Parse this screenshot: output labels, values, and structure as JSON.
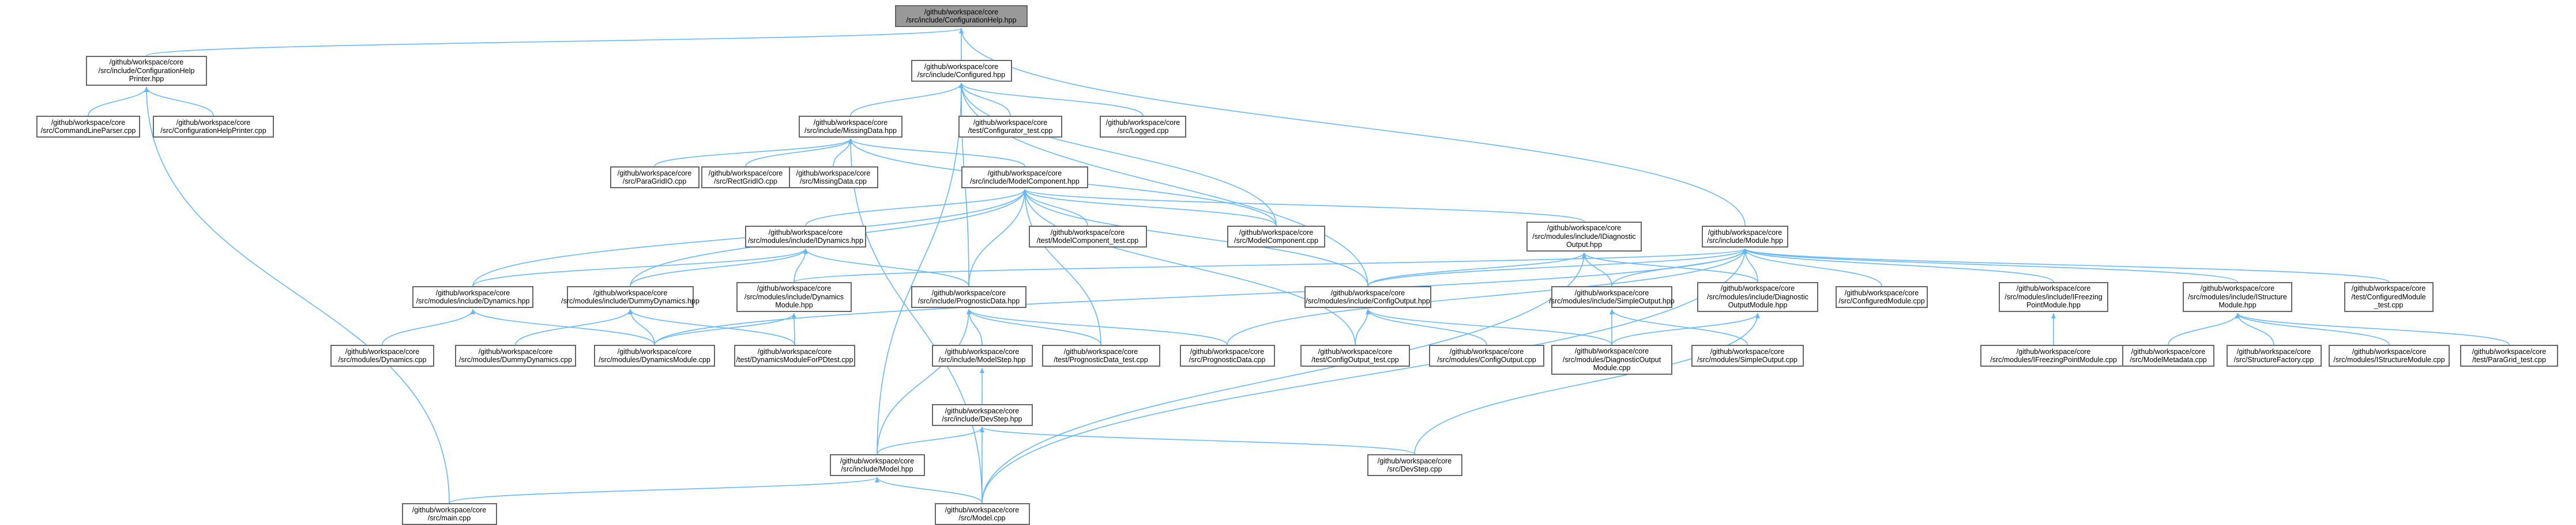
{
  "colors": {
    "edge": "#63b8ff",
    "node_border": "#666666",
    "root_fill": "#999999",
    "node_fill": "#ffffff"
  },
  "nodes": [
    {
      "id": "root",
      "label": "/github/workspace/core\n/src/include/ConfigurationHelp.hpp",
      "root": true
    },
    {
      "id": "helpprinter_hpp",
      "label": "/github/workspace/core\n/src/include/ConfigurationHelp\nPrinter.hpp"
    },
    {
      "id": "configured_hpp",
      "label": "/github/workspace/core\n/src/include/Configured.hpp"
    },
    {
      "id": "module_hpp",
      "label": "/github/workspace/core\n/src/include/Module.hpp"
    },
    {
      "id": "cmdline_cpp",
      "label": "/github/workspace/core\n/src/CommandLineParser.cpp"
    },
    {
      "id": "helpprinter_cpp",
      "label": "/github/workspace/core\n/src/ConfigurationHelpPrinter.cpp"
    },
    {
      "id": "missingdata_hpp",
      "label": "/github/workspace/core\n/src/include/MissingData.hpp"
    },
    {
      "id": "configurator_test",
      "label": "/github/workspace/core\n/test/Configurator_test.cpp"
    },
    {
      "id": "logged_cpp",
      "label": "/github/workspace/core\n/src/Logged.cpp"
    },
    {
      "id": "paragridio",
      "label": "/github/workspace/core\n/src/ParaGridIO.cpp"
    },
    {
      "id": "rectgridio",
      "label": "/github/workspace/core\n/src/RectGridIO.cpp"
    },
    {
      "id": "missingdata_cpp",
      "label": "/github/workspace/core\n/src/MissingData.cpp"
    },
    {
      "id": "modelcomp_hpp",
      "label": "/github/workspace/core\n/src/include/ModelComponent.hpp"
    },
    {
      "id": "idynamics_hpp",
      "label": "/github/workspace/core\n/src/modules/include/IDynamics.hpp"
    },
    {
      "id": "modelcomp_test",
      "label": "/github/workspace/core\n/test/ModelComponent_test.cpp"
    },
    {
      "id": "modelcomp_cpp",
      "label": "/github/workspace/core\n/src/ModelComponent.cpp"
    },
    {
      "id": "idiag_hpp",
      "label": "/github/workspace/core\n/src/modules/include/IDiagnostic\nOutput.hpp"
    },
    {
      "id": "dynamics_hpp",
      "label": "/github/workspace/core\n/src/modules/include/Dynamics.hpp"
    },
    {
      "id": "dummydyn_hpp",
      "label": "/github/workspace/core\n/src/modules/include/DummyDynamics.hpp"
    },
    {
      "id": "dynmodule_hpp",
      "label": "/github/workspace/core\n/src/modules/include/Dynamics\nModule.hpp"
    },
    {
      "id": "progdata_hpp",
      "label": "/github/workspace/core\n/src/include/PrognosticData.hpp"
    },
    {
      "id": "configoutput_hpp",
      "label": "/github/workspace/core\n/src/modules/include/ConfigOutput.hpp"
    },
    {
      "id": "simpleout_hpp",
      "label": "/github/workspace/core\n/src/modules/include/SimpleOutput.hpp"
    },
    {
      "id": "diagoutmod_hpp",
      "label": "/github/workspace/core\n/src/modules/include/Diagnostic\nOutputModule.hpp"
    },
    {
      "id": "configmodule_cpp",
      "label": "/github/workspace/core\n/src/ConfiguredModule.cpp"
    },
    {
      "id": "ifreezing_hpp",
      "label": "/github/workspace/core\n/src/modules/include/IFreezing\nPointModule.hpp"
    },
    {
      "id": "istructure_hpp",
      "label": "/github/workspace/core\n/src/modules/include/IStructure\nModule.hpp"
    },
    {
      "id": "configmodule_test",
      "label": "/github/workspace/core\n/test/ConfiguredModule\n_test.cpp"
    },
    {
      "id": "dynamics_cpp",
      "label": "/github/workspace/core\n/src/modules/Dynamics.cpp"
    },
    {
      "id": "dummydyn_cpp",
      "label": "/github/workspace/core\n/src/modules/DummyDynamics.cpp"
    },
    {
      "id": "dynmodule_cpp",
      "label": "/github/workspace/core\n/src/modules/DynamicsModule.cpp"
    },
    {
      "id": "dynmodulefor_test",
      "label": "/github/workspace/core\n/test/DynamicsModuleForPDtest.cpp"
    },
    {
      "id": "modelstep_hpp",
      "label": "/github/workspace/core\n/src/include/ModelStep.hpp"
    },
    {
      "id": "progdata_test",
      "label": "/github/workspace/core\n/test/PrognosticData_test.cpp"
    },
    {
      "id": "progdata_cpp",
      "label": "/github/workspace/core\n/src/PrognosticData.cpp"
    },
    {
      "id": "configoutput_test",
      "label": "/github/workspace/core\n/test/ConfigOutput_test.cpp"
    },
    {
      "id": "configoutput_cpp",
      "label": "/github/workspace/core\n/src/modules/ConfigOutput.cpp"
    },
    {
      "id": "diagoutmod_cpp",
      "label": "/github/workspace/core\n/src/modules/DiagnosticOutput\nModule.cpp"
    },
    {
      "id": "simpleout_cpp",
      "label": "/github/workspace/core\n/src/modules/SimpleOutput.cpp"
    },
    {
      "id": "ifreezing_cpp",
      "label": "/github/workspace/core\n/src/modules/IFreezingPointModule.cpp"
    },
    {
      "id": "modelmeta_cpp",
      "label": "/github/workspace/core\n/src/ModelMetadata.cpp"
    },
    {
      "id": "structfactory_cpp",
      "label": "/github/workspace/core\n/src/StructureFactory.cpp"
    },
    {
      "id": "istructure_cpp",
      "label": "/github/workspace/core\n/src/modules/IStructureModule.cpp"
    },
    {
      "id": "paragrid_test",
      "label": "/github/workspace/core\n/test/ParaGrid_test.cpp"
    },
    {
      "id": "devstep_hpp",
      "label": "/github/workspace/core\n/src/include/DevStep.hpp"
    },
    {
      "id": "devstep_cpp",
      "label": "/github/workspace/core\n/src/DevStep.cpp"
    },
    {
      "id": "model_hpp",
      "label": "/github/workspace/core\n/src/include/Model.hpp"
    },
    {
      "id": "main_cpp",
      "label": "/github/workspace/core\n/src/main.cpp"
    },
    {
      "id": "model_cpp",
      "label": "/github/workspace/core\n/src/Model.cpp"
    }
  ],
  "edges": [
    [
      "helpprinter_hpp",
      "root"
    ],
    [
      "configured_hpp",
      "root"
    ],
    [
      "module_hpp",
      "root"
    ],
    [
      "cmdline_cpp",
      "helpprinter_hpp"
    ],
    [
      "helpprinter_cpp",
      "helpprinter_hpp"
    ],
    [
      "main_cpp",
      "helpprinter_hpp"
    ],
    [
      "missingdata_hpp",
      "configured_hpp"
    ],
    [
      "configurator_test",
      "configured_hpp"
    ],
    [
      "logged_cpp",
      "configured_hpp"
    ],
    [
      "progdata_hpp",
      "configured_hpp"
    ],
    [
      "configoutput_hpp",
      "configured_hpp"
    ],
    [
      "model_hpp",
      "configured_hpp"
    ],
    [
      "modelcomp_cpp",
      "configured_hpp"
    ],
    [
      "paragridio",
      "missingdata_hpp"
    ],
    [
      "rectgridio",
      "missingdata_hpp"
    ],
    [
      "missingdata_cpp",
      "missingdata_hpp"
    ],
    [
      "modelcomp_hpp",
      "missingdata_hpp"
    ],
    [
      "modelcomp_cpp",
      "missingdata_hpp"
    ],
    [
      "model_cpp",
      "missingdata_hpp"
    ],
    [
      "idynamics_hpp",
      "modelcomp_hpp"
    ],
    [
      "modelcomp_test",
      "modelcomp_hpp"
    ],
    [
      "modelcomp_cpp",
      "modelcomp_hpp"
    ],
    [
      "idiag_hpp",
      "modelcomp_hpp"
    ],
    [
      "progdata_hpp",
      "modelcomp_hpp"
    ],
    [
      "configoutput_hpp",
      "modelcomp_hpp"
    ],
    [
      "dynamics_hpp",
      "modelcomp_hpp"
    ],
    [
      "dummydyn_hpp",
      "modelcomp_hpp"
    ],
    [
      "progdata_test",
      "modelcomp_hpp"
    ],
    [
      "configoutput_test",
      "modelcomp_hpp"
    ],
    [
      "dynamics_hpp",
      "idynamics_hpp"
    ],
    [
      "dummydyn_hpp",
      "idynamics_hpp"
    ],
    [
      "dynmodule_hpp",
      "idynamics_hpp"
    ],
    [
      "progdata_hpp",
      "idynamics_hpp"
    ],
    [
      "dynamics_cpp",
      "dynamics_hpp"
    ],
    [
      "dynmodule_cpp",
      "dynamics_hpp"
    ],
    [
      "dummydyn_cpp",
      "dummydyn_hpp"
    ],
    [
      "dynmodule_cpp",
      "dummydyn_hpp"
    ],
    [
      "dynmodulefor_test",
      "dummydyn_hpp"
    ],
    [
      "dynmodule_cpp",
      "dynmodule_hpp"
    ],
    [
      "dynmodulefor_test",
      "dynmodule_hpp"
    ],
    [
      "modelstep_hpp",
      "progdata_hpp"
    ],
    [
      "progdata_test",
      "progdata_hpp"
    ],
    [
      "progdata_cpp",
      "progdata_hpp"
    ],
    [
      "model_hpp",
      "progdata_hpp"
    ],
    [
      "devstep_hpp",
      "modelstep_hpp"
    ],
    [
      "devstep_cpp",
      "devstep_hpp"
    ],
    [
      "model_hpp",
      "devstep_hpp"
    ],
    [
      "model_cpp",
      "devstep_hpp"
    ],
    [
      "main_cpp",
      "model_hpp"
    ],
    [
      "model_cpp",
      "model_hpp"
    ],
    [
      "configoutput_hpp",
      "idiag_hpp"
    ],
    [
      "simpleout_hpp",
      "idiag_hpp"
    ],
    [
      "diagoutmod_hpp",
      "idiag_hpp"
    ],
    [
      "model_cpp",
      "idiag_hpp"
    ],
    [
      "configoutput_test",
      "configoutput_hpp"
    ],
    [
      "configoutput_cpp",
      "configoutput_hpp"
    ],
    [
      "diagoutmod_cpp",
      "configoutput_hpp"
    ],
    [
      "diagoutmod_cpp",
      "simpleout_hpp"
    ],
    [
      "simpleout_cpp",
      "simpleout_hpp"
    ],
    [
      "diagoutmod_cpp",
      "diagoutmod_hpp"
    ],
    [
      "devstep_cpp",
      "diagoutmod_hpp"
    ],
    [
      "dynmodule_hpp",
      "module_hpp"
    ],
    [
      "configoutput_hpp",
      "module_hpp"
    ],
    [
      "diagoutmod_hpp",
      "module_hpp"
    ],
    [
      "configmodule_cpp",
      "module_hpp"
    ],
    [
      "ifreezing_hpp",
      "module_hpp"
    ],
    [
      "istructure_hpp",
      "module_hpp"
    ],
    [
      "configmodule_test",
      "module_hpp"
    ],
    [
      "progdata_cpp",
      "module_hpp"
    ],
    [
      "dynmodule_cpp",
      "module_hpp"
    ],
    [
      "model_cpp",
      "module_hpp"
    ],
    [
      "simpleout_hpp",
      "module_hpp"
    ],
    [
      "ifreezing_cpp",
      "ifreezing_hpp"
    ],
    [
      "modelmeta_cpp",
      "istructure_hpp"
    ],
    [
      "structfactory_cpp",
      "istructure_hpp"
    ],
    [
      "istructure_cpp",
      "istructure_hpp"
    ],
    [
      "paragrid_test",
      "istructure_hpp"
    ]
  ]
}
